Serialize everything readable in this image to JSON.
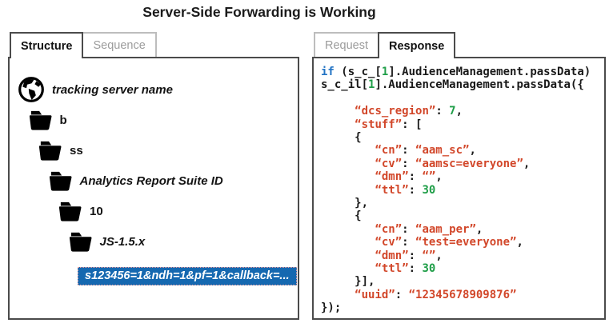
{
  "title": "Server-Side Forwarding is Working",
  "colors": {
    "highlight_bg": "#1568b0",
    "highlight_border": "#f0a0a0",
    "code_keyword": "#2273c4",
    "code_number": "#1f9e48",
    "code_string": "#d2472a",
    "panel_border": "#4b4b4b"
  },
  "left_panel": {
    "tabs": [
      {
        "label": "Structure",
        "active": true
      },
      {
        "label": "Sequence",
        "active": false
      }
    ],
    "tree": [
      {
        "icon": "globe-icon",
        "label": "tracking server name",
        "italic": true,
        "indent": 0
      },
      {
        "icon": "folder-icon",
        "label": "b",
        "italic": false,
        "indent": 1
      },
      {
        "icon": "folder-icon",
        "label": "ss",
        "italic": false,
        "indent": 2
      },
      {
        "icon": "folder-icon",
        "label": "Analytics Report Suite ID",
        "italic": true,
        "indent": 3
      },
      {
        "icon": "folder-icon",
        "label": "10",
        "italic": false,
        "indent": 4
      },
      {
        "icon": "folder-icon",
        "label": "JS-1.5.x",
        "italic": true,
        "indent": 5
      },
      {
        "icon": "none",
        "label": "s123456=1&ndh=1&pf=1&callback=...",
        "italic": true,
        "indent": 6,
        "highlighted": true
      }
    ]
  },
  "right_panel": {
    "tabs": [
      {
        "label": "Request",
        "active": false
      },
      {
        "label": "Response",
        "active": true
      }
    ],
    "code_lines": [
      [
        [
          "k",
          "if"
        ],
        [
          "p",
          " (s_c_["
        ],
        [
          "n",
          "1"
        ],
        [
          "p",
          "].AudienceManagement.passData)"
        ]
      ],
      [
        [
          "p",
          "s_c_il["
        ],
        [
          "n",
          "1"
        ],
        [
          "p",
          "].AudienceManagement.passData({"
        ]
      ],
      [],
      [
        [
          "p",
          "     "
        ],
        [
          "s",
          "“dcs_region”"
        ],
        [
          "p",
          ": "
        ],
        [
          "n",
          "7"
        ],
        [
          "p",
          ","
        ]
      ],
      [
        [
          "p",
          "     "
        ],
        [
          "s",
          "“stuff”"
        ],
        [
          "p",
          ": ["
        ]
      ],
      [
        [
          "p",
          "     {"
        ]
      ],
      [
        [
          "p",
          "        "
        ],
        [
          "s",
          "“cn”"
        ],
        [
          "p",
          ": "
        ],
        [
          "s",
          "“aam_sc”"
        ],
        [
          "p",
          ","
        ]
      ],
      [
        [
          "p",
          "        "
        ],
        [
          "s",
          "“cv”"
        ],
        [
          "p",
          ": "
        ],
        [
          "s",
          "“aamsc=everyone”"
        ],
        [
          "p",
          ","
        ]
      ],
      [
        [
          "p",
          "        "
        ],
        [
          "s",
          "“dmn”"
        ],
        [
          "p",
          ": "
        ],
        [
          "s",
          "“”"
        ],
        [
          "p",
          ","
        ]
      ],
      [
        [
          "p",
          "        "
        ],
        [
          "s",
          "“ttl”"
        ],
        [
          "p",
          ": "
        ],
        [
          "n",
          "30"
        ]
      ],
      [
        [
          "p",
          "     },"
        ]
      ],
      [
        [
          "p",
          "     {"
        ]
      ],
      [
        [
          "p",
          "        "
        ],
        [
          "s",
          "“cn”"
        ],
        [
          "p",
          ": "
        ],
        [
          "s",
          "“aam_per”"
        ],
        [
          "p",
          ","
        ]
      ],
      [
        [
          "p",
          "        "
        ],
        [
          "s",
          "“cv”"
        ],
        [
          "p",
          ": "
        ],
        [
          "s",
          "“test=everyone”"
        ],
        [
          "p",
          ","
        ]
      ],
      [
        [
          "p",
          "        "
        ],
        [
          "s",
          "“dmn”"
        ],
        [
          "p",
          ": "
        ],
        [
          "s",
          "“”"
        ],
        [
          "p",
          ","
        ]
      ],
      [
        [
          "p",
          "        "
        ],
        [
          "s",
          "“ttl”"
        ],
        [
          "p",
          ": "
        ],
        [
          "n",
          "30"
        ]
      ],
      [
        [
          "p",
          "     }],"
        ]
      ],
      [
        [
          "p",
          "     "
        ],
        [
          "s",
          "“uuid”"
        ],
        [
          "p",
          ": "
        ],
        [
          "s",
          "“12345678909876”"
        ]
      ],
      [
        [
          "p",
          "});"
        ]
      ]
    ]
  }
}
